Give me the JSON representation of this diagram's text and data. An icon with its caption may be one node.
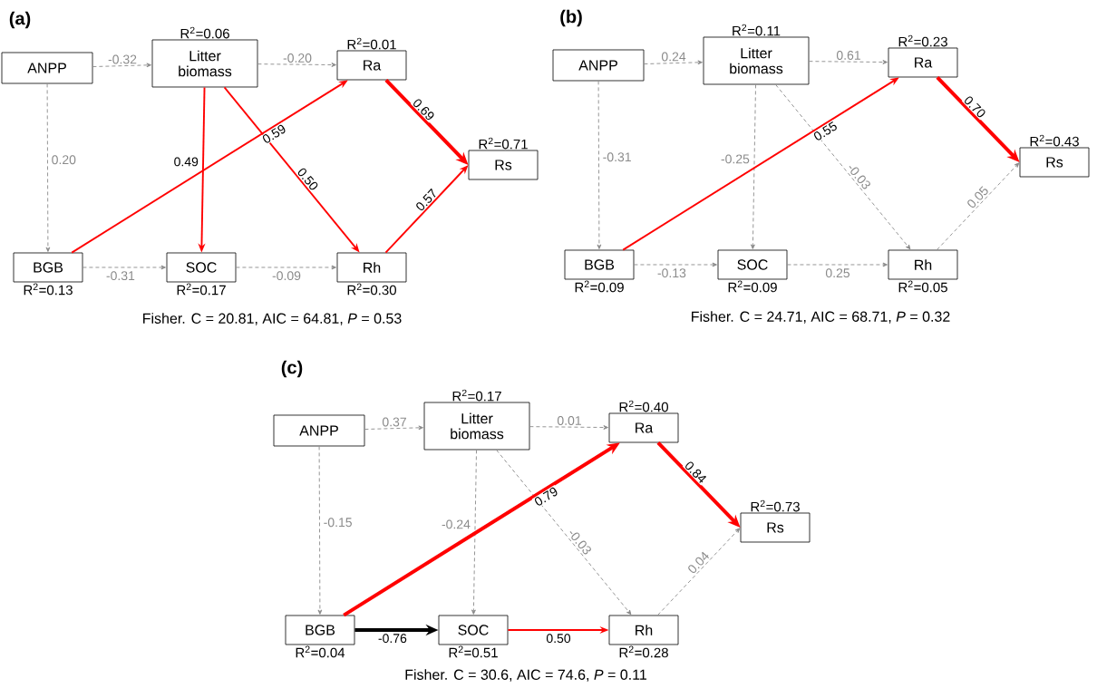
{
  "diagram": {
    "nodes": [
      {
        "text": [
          "ANPP"
        ]
      },
      {
        "text": [
          "Litter biomass"
        ],
        "beside": [
          "R$^{2}$=0.06"
        ]
      },
      {
        "text": [
          "Ra"
        ],
        "beside": [
          "R$^{2}$=0.01"
        ]
      },
      {
        "text": [
          "Rs"
        ],
        "beside": [
          "R$^{2}$=0.71"
        ]
      },
      {
        "text": [
          "BGB"
        ],
        "beside": [
          "R$^{2}$=0.13"
        ]
      },
      {
        "text": [
          "SOC"
        ],
        "beside": [
          "R$^{2}$=0.17"
        ]
      },
      {
        "text": [
          "Rh"
        ],
        "beside": [
          "R$^{2}$=0.30"
        ]
      },
      {
        "text": [
          "ANPP"
        ]
      },
      {
        "text": [
          "Litter biomass"
        ],
        "beside": [
          "R$^{2}$=0.11"
        ]
      },
      {
        "text": [
          "Ra"
        ],
        "beside": [
          "R$^{2}$=0.23"
        ]
      },
      {
        "text": [
          "Rs"
        ],
        "beside": [
          "R$^{2}$=0.43"
        ]
      },
      {
        "text": [
          "BGB"
        ],
        "beside": [
          "R$^{2}$=0.09"
        ]
      },
      {
        "text": [
          "SOC"
        ],
        "beside": [
          "R$^{2}$=0.09"
        ]
      },
      {
        "text": [
          "Rh"
        ],
        "beside": [
          "R$^{2}$=0.05"
        ]
      },
      {
        "text": [
          "ANPP"
        ]
      },
      {
        "text": [
          "Litter biomass"
        ],
        "beside": [
          "R$^{2}$=0.17"
        ]
      },
      {
        "text": [
          "Ra"
        ],
        "beside": [
          "R$^{2}$=0.40"
        ]
      },
      {
        "text": [
          "Rs"
        ],
        "beside": [
          "R$^{2}$=0.73"
        ]
      },
      {
        "text": [
          "BGB"
        ],
        "beside": [
          "R$^{2}$=0.04"
        ]
      },
      {
        "text": [
          "SOC"
        ],
        "beside": [
          "R$^{2}$=0.51"
        ]
      },
      {
        "text": [
          "Rh"
        ],
        "beside": [
          "R$^{2}$=0.28"
        ]
      }
    ],
    "edges": [
      {
        "from": 0,
        "to": 1,
        "arrow": "to",
        "label": "-0.32",
        "style": "dashed"
      },
      {
        "from": 1,
        "to": 2,
        "arrow": "to",
        "label": "-0.20",
        "style": "dashed"
      },
      {
        "from": 0,
        "to": 4,
        "arrow": "to",
        "label": "0.20",
        "style": "dashed"
      },
      {
        "from": 1,
        "to": 5,
        "arrow": "to",
        "label": "0.49",
        "color": "#ff0000"
      },
      {
        "from": 1,
        "to": 6,
        "arrow": "to",
        "label": "0.50",
        "color": "#ff0000"
      },
      {
        "from": 4,
        "to": 2,
        "arrow": "to",
        "label": "0.59",
        "color": "#ff0000"
      },
      {
        "from": 2,
        "to": 3,
        "arrow": "to",
        "label": "0.69",
        "color": "#ff0000",
        "style": "thick"
      },
      {
        "from": 6,
        "to": 3,
        "arrow": "to",
        "label": "0.57",
        "color": "#ff0000"
      },
      {
        "from": 4,
        "to": 5,
        "arrow": "to",
        "label": "-0.31",
        "style": "dashed"
      },
      {
        "from": 5,
        "to": 6,
        "arrow": "to",
        "label": "-0.09",
        "style": "dashed"
      },
      {
        "from": 7,
        "to": 8,
        "arrow": "to",
        "label": "0.24",
        "style": "dashed"
      },
      {
        "from": 8,
        "to": 9,
        "arrow": "to",
        "label": "0.61",
        "style": "dashed"
      },
      {
        "from": 7,
        "to": 11,
        "arrow": "to",
        "label": "-0.31",
        "style": "dashed"
      },
      {
        "from": 8,
        "to": 12,
        "arrow": "to",
        "label": "-0.25",
        "style": "dashed"
      },
      {
        "from": 8,
        "to": 13,
        "arrow": "to",
        "label": "-0.03",
        "style": "dashed"
      },
      {
        "from": 11,
        "to": 9,
        "arrow": "to",
        "label": "0.55",
        "color": "#ff0000"
      },
      {
        "from": 9,
        "to": 10,
        "arrow": "to",
        "label": "0.70",
        "color": "#ff0000",
        "style": "thick"
      },
      {
        "from": 13,
        "to": 10,
        "arrow": "to",
        "label": "0.05",
        "style": "dashed"
      },
      {
        "from": 11,
        "to": 12,
        "arrow": "to",
        "label": "-0.13",
        "style": "dashed"
      },
      {
        "from": 12,
        "to": 13,
        "arrow": "to",
        "label": "0.25",
        "style": "dashed"
      },
      {
        "from": 14,
        "to": 15,
        "arrow": "to",
        "label": "0.37",
        "style": "dashed"
      },
      {
        "from": 15,
        "to": 16,
        "arrow": "to",
        "label": "0.01",
        "style": "dashed"
      },
      {
        "from": 14,
        "to": 18,
        "arrow": "to",
        "label": "-0.15",
        "style": "dashed"
      },
      {
        "from": 15,
        "to": 19,
        "arrow": "to",
        "label": "-0.24",
        "style": "dashed"
      },
      {
        "from": 15,
        "to": 20,
        "arrow": "to",
        "label": "-0.03",
        "style": "dashed"
      },
      {
        "from": 18,
        "to": 16,
        "arrow": "to",
        "label": "0.79",
        "color": "#ff0000",
        "style": "thick"
      },
      {
        "from": 16,
        "to": 17,
        "arrow": "to",
        "label": "0.84",
        "color": "#ff0000",
        "style": "thick"
      },
      {
        "from": 20,
        "to": 17,
        "arrow": "to",
        "label": "0.04",
        "style": "dashed"
      },
      {
        "from": 18,
        "to": 19,
        "arrow": "to",
        "label": "-0.76",
        "color": "#000000",
        "style": "thick"
      },
      {
        "from": 19,
        "to": 20,
        "arrow": "to",
        "label": "0.50",
        "color": "#ff0000"
      }
    ],
    "labels": [
      "(a)",
      "(b)",
      "Fisher. C = 20.81, AIC = 64.81, *P* = 0.53",
      "Fisher. C = 24.71, AIC = 68.71, *P* = 0.32",
      "(c)",
      "Fisher. C = 30.6, AIC = 74.6, *P* = 0.11"
    ]
  }
}
